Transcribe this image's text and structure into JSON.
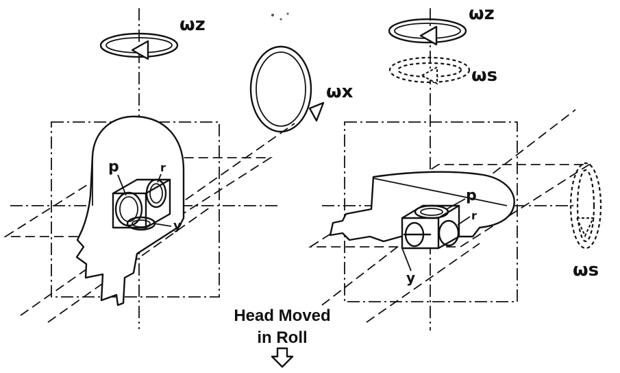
{
  "labels": {
    "omega_z_left": "ωz",
    "omega_z_right": "ωz",
    "omega_s_top": "ωs",
    "omega_s_right": "ωs",
    "omega_x": "ωx",
    "p_left": "p",
    "r_left": "r",
    "y_left": "y",
    "p_right": "p",
    "r_right": "r",
    "y_right": "y"
  },
  "caption": {
    "line1": "Head  Moved",
    "line2": "in Roll"
  }
}
